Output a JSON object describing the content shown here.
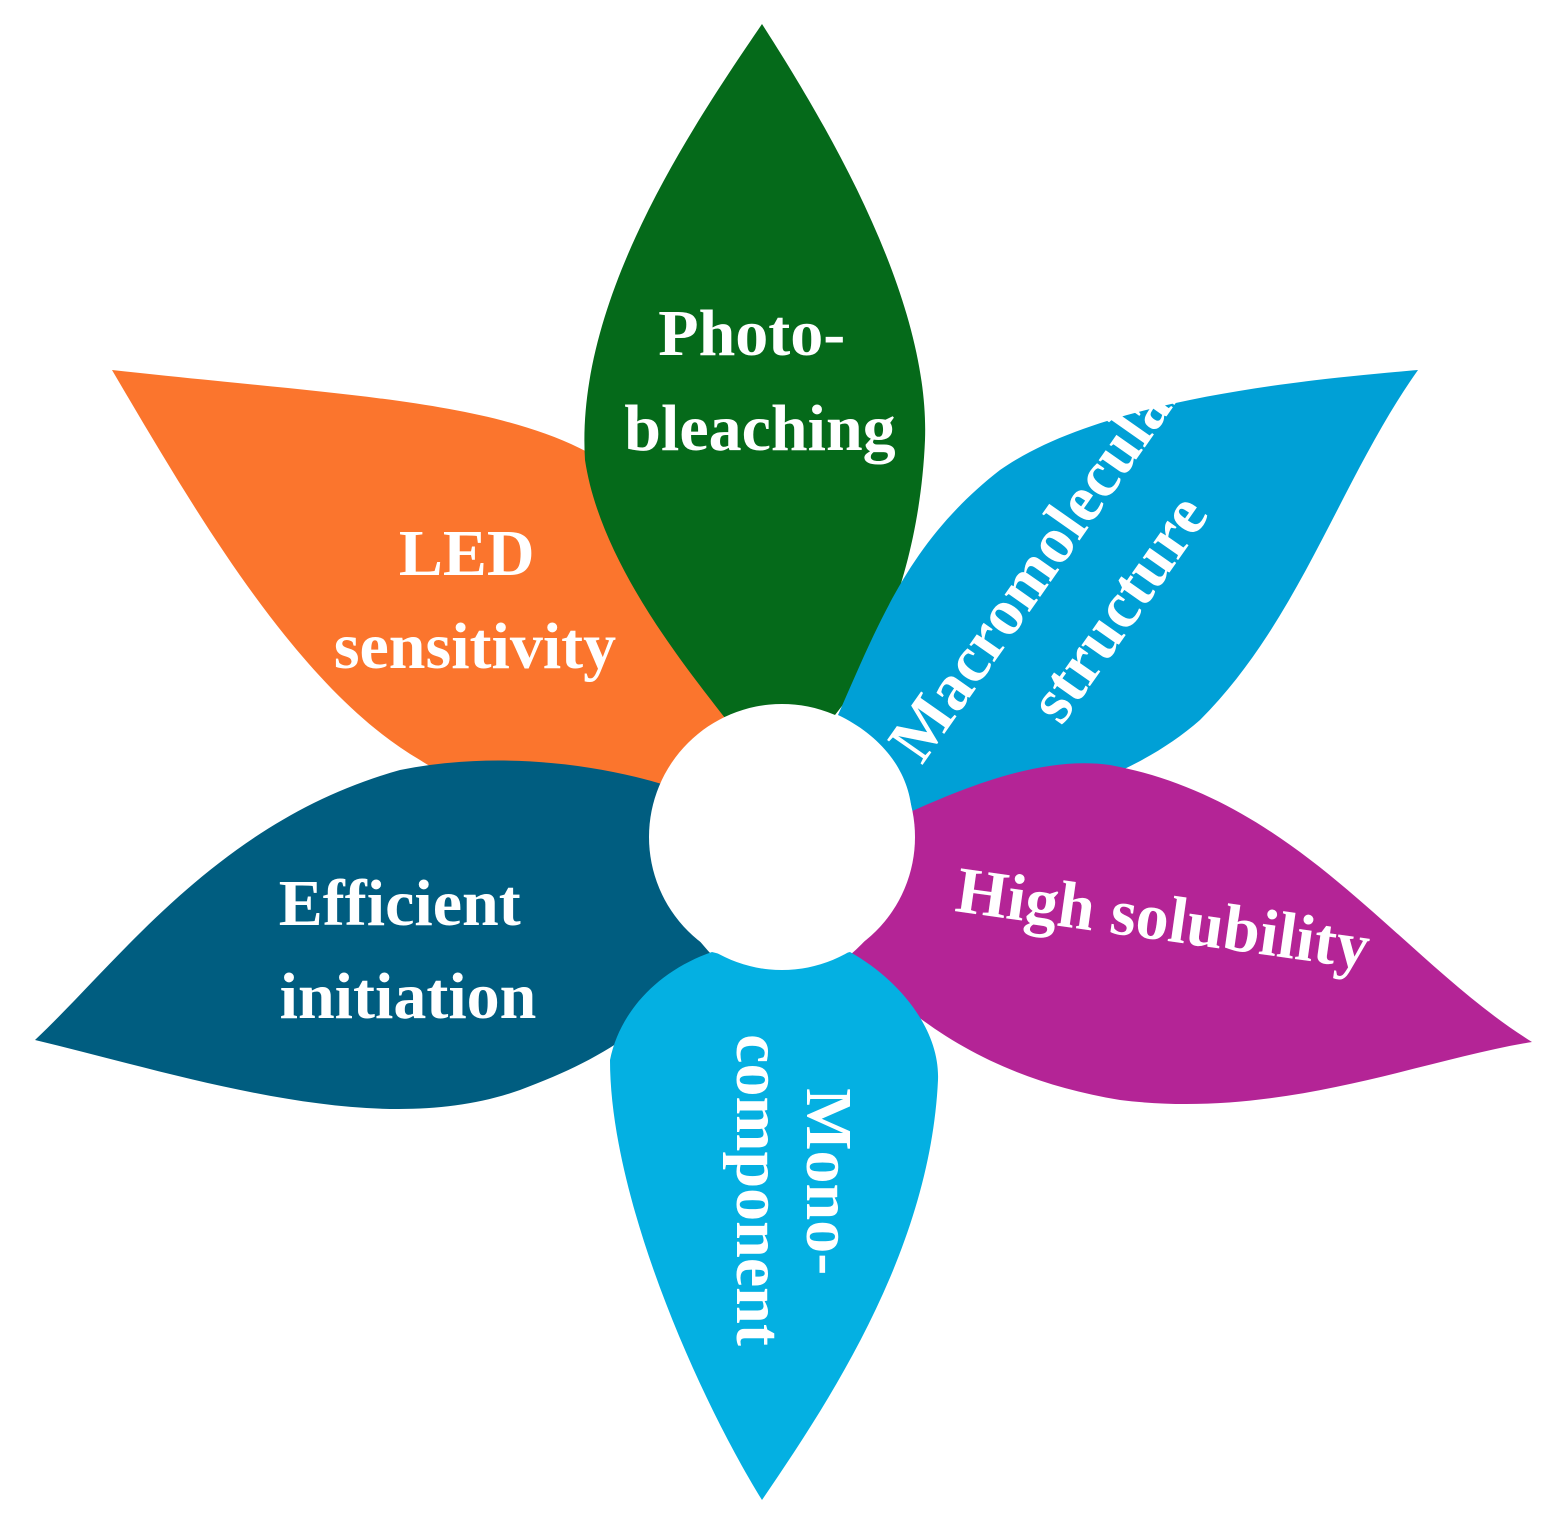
{
  "petals": {
    "photobleaching": {
      "color": "#056a1a",
      "line1": "Photo-",
      "line2": "bleaching"
    },
    "macromolecular": {
      "color": "#00a0d6",
      "line1": "Macromolecular",
      "line2": "structure"
    },
    "solubility": {
      "color": "#b42496",
      "line1": "High solubility"
    },
    "monocomponent": {
      "color": "#04b0e2",
      "line1": "Mono-",
      "line2": "component"
    },
    "efficient": {
      "color": "#005d80",
      "line1": "Efficient",
      "line2": "initiation"
    },
    "led": {
      "color": "#fb752d",
      "line1": "LED",
      "line2": "sensitivity"
    }
  },
  "center_color": "#ffffff"
}
